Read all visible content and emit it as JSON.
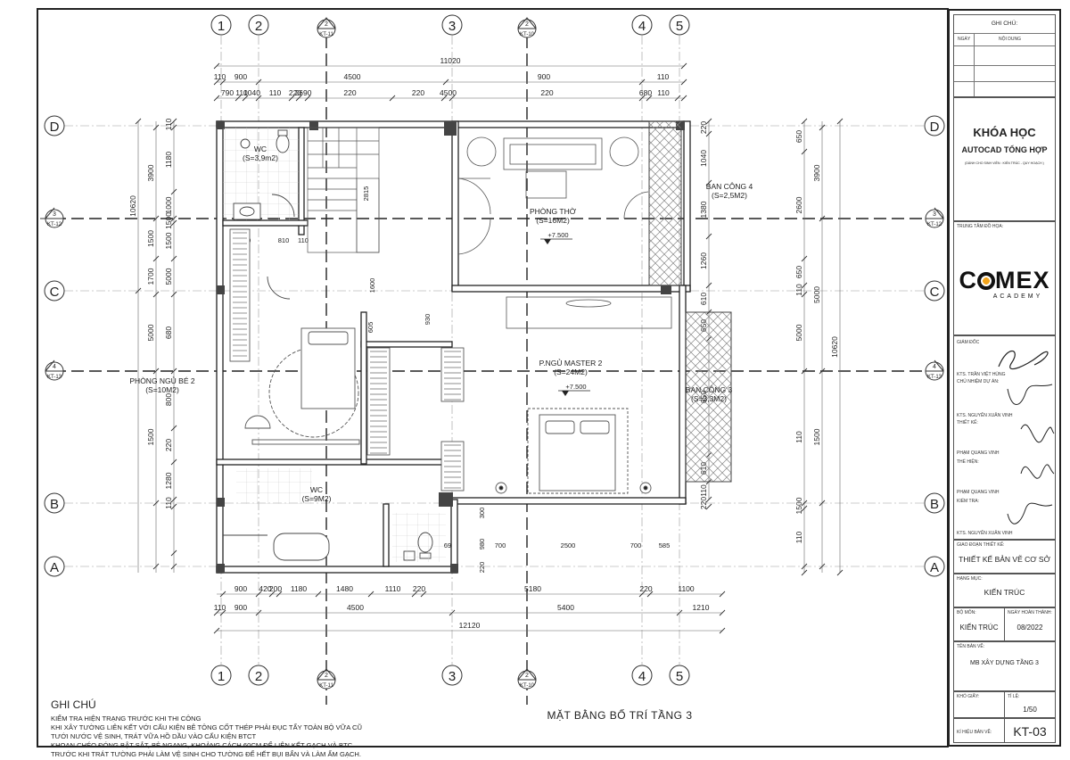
{
  "drawing": {
    "title": "MẶT BẰNG BỐ TRÍ TẦNG 3",
    "grid_axes": [
      "1",
      "2",
      "3",
      "4",
      "5",
      "A",
      "B",
      "C",
      "D"
    ],
    "section_marks": [
      {
        "num": "2",
        "ref": "KT-11"
      },
      {
        "num": "2",
        "ref": "KT-10"
      },
      {
        "num": "3",
        "ref": "KT-12"
      },
      {
        "num": "4",
        "ref": "KT-13"
      }
    ],
    "top_dims": {
      "overall": "11020",
      "row1": [
        "110",
        "900",
        "4500",
        "900",
        "110"
      ],
      "row2": [
        "790",
        "110",
        "1040",
        "110",
        "220",
        "2690",
        "220",
        "220",
        "4500",
        "220",
        "680",
        "110"
      ]
    },
    "bottom_dims": {
      "overall": "12120",
      "row1": [
        "900",
        "420",
        "200",
        "1180",
        "1480",
        "1110",
        "220",
        "5180",
        "220",
        "1100"
      ],
      "row2": [
        "110",
        "900",
        "4500",
        "5400",
        "1210"
      ]
    },
    "left_dims": {
      "overall": "10620",
      "outer": [
        "3900",
        "1500",
        "1700",
        "5000",
        "1500"
      ],
      "inner": [
        "110",
        "1180",
        "1000",
        "1500",
        "1500",
        "5000",
        "680",
        "800",
        "220",
        "1280",
        "110"
      ]
    },
    "right_dims": {
      "overall": "10620",
      "outer": [
        "3900",
        "5000",
        "1500"
      ],
      "inner": [
        "650",
        "2600",
        "650",
        "110",
        "5000",
        "110",
        "1500",
        "110"
      ],
      "detail": [
        "220",
        "1040",
        "1380",
        "1260",
        "610",
        "650",
        "650",
        "610",
        "110",
        "220"
      ]
    },
    "rooms": [
      {
        "name": "WC",
        "area": "(S=3,9m2)"
      },
      {
        "name": "PHÒNG THỜ",
        "area": "(S=16M2)",
        "level": "+7.500"
      },
      {
        "name": "BAN CÔNG 4",
        "area": "(S=2,5M2)"
      },
      {
        "name": "PHÒNG NGỦ BÉ 2",
        "area": "(S=10M2)"
      },
      {
        "name": "P.NGỦ MASTER 2",
        "area": "(S=24M2)",
        "level": "+7.500"
      },
      {
        "name": "BAN CÔNG 3",
        "area": "(S=3,3M2)"
      },
      {
        "name": "WC",
        "area": "(S=9M2)"
      }
    ],
    "inner_dims": [
      "2815",
      "810",
      "810",
      "110",
      "1600",
      "605",
      "930",
      "300",
      "695",
      "980",
      "700",
      "2500",
      "700",
      "585",
      "220"
    ]
  },
  "notes": {
    "heading": "GHI CHÚ",
    "lines": [
      "KIỂM TRA HIỆN TRẠNG TRƯỚC KHI THI CÔNG",
      "KHI XÂY TƯỜNG LIÊN KẾT VỚI CẤU KIỆN BÊ TÔNG CỐT THÉP PHẢI ĐỤC TẨY TOÀN BỘ VỮA CŨ",
      "TƯỚI NƯỚC VỆ SINH, TRÁT VỮA HỒ DẦU VÀO CẤU KIỆN BTCT",
      "KHOAN CHÉO ĐÓNG BẬT SẮT, BẺ NGANG, KHOẢNG CÁCH 60CM ĐỂ LIÊN KẾT GẠCH VÀ BTC",
      "TRƯỚC KHI TRÁT TƯỜNG PHẢI LÀM VỆ SINH CHO TƯỜNG ĐỂ HẾT BỤI BẨN VÀ LÀM ẨM GẠCH."
    ]
  },
  "title_block": {
    "ghi_chu": "GHI CHÚ:",
    "ngay": "NGÀY",
    "noi_dung": "NỘI DUNG",
    "course_line1": "KHÓA HỌC",
    "course_line2": "AUTOCAD TỔNG HỢP",
    "course_note": "(DÀNH CHO SINH VIÊN : KIẾN TRÚC - QUY HOẠCH )",
    "center_label": "TRUNG TÂM ĐỒ HỌA:",
    "logo_text_left": "C",
    "logo_text_right": "MEX",
    "logo_sub": "ACADEMY",
    "giam_doc": "GIÁM ĐỐC",
    "giam_doc_name": "KTS. TRẦN VIỆT HÙNG",
    "chu_nhiem": "CHỦ NHIỆM DỰ ÁN:",
    "chu_nhiem_name": "KTS. NGUYỄN XUÂN VINH",
    "thiet_ke": "THIẾT KẾ:",
    "thiet_ke_name": "PHẠM QUANG VINH",
    "the_hien": "THỂ HIỆN:",
    "the_hien_name": "PHẠM QUANG VINH",
    "kiem_tra": "KIỂM TRA:",
    "kiem_tra_name": "KTS. NGUYỄN XUÂN VINH",
    "giai_doan_label": "GIAO ĐOẠN THIẾT KẾ:",
    "giai_doan": "THIẾT KẾ BẢN VẼ CƠ SỞ",
    "hang_muc_label": "HẠNG MỤC:",
    "hang_muc": "KIẾN TRÚC",
    "bo_mon_label": "BỘ MÔN:",
    "bo_mon": "KIẾN TRÚC",
    "ngay_ht_label": "NGÀY HOÀN THÀNH:",
    "ngay_ht": "08/2022",
    "ten_ban_ve_label": "TÊN BẢN VẼ:",
    "ten_ban_ve": "MB XÂY DỰNG TẦNG 3",
    "kho_giay_label": "KHỔ GIẤY:",
    "ti_le_label": "TỈ LỆ:",
    "ti_le": "1/50",
    "ki_hieu_label": "KÍ HIỆU BẢN VẼ:",
    "ki_hieu": "KT-03"
  }
}
